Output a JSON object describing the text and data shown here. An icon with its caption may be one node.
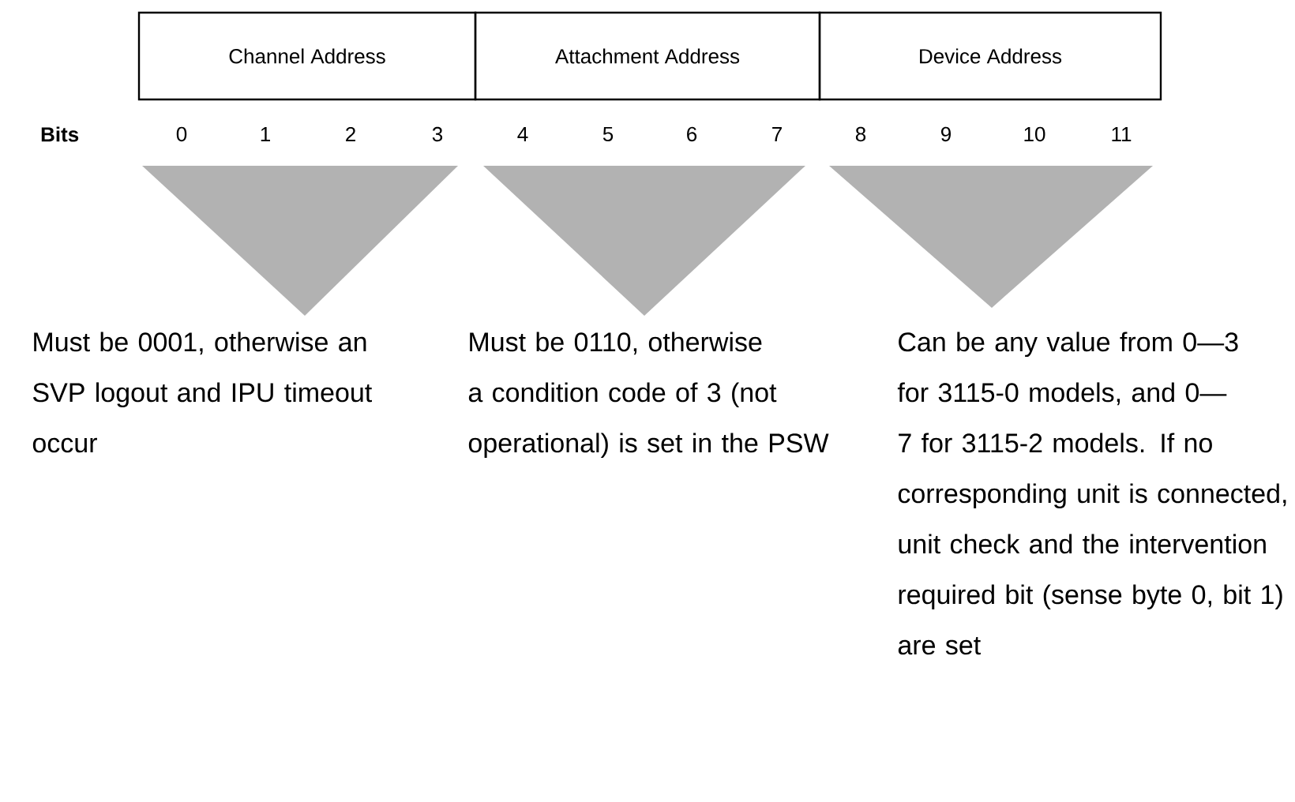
{
  "diagram": {
    "nodes": [
      {
        "text": [
          "Channel Address"
        ]
      },
      {
        "text": [
          "Attachment Address"
        ]
      },
      {
        "text": [
          "Device Address"
        ]
      },
      {
        "text": [],
        "shape": "triangle"
      },
      {
        "text": [],
        "shape": "triangle"
      },
      {
        "text": [],
        "shape": "triangle"
      }
    ],
    "labels": [
      "Bits",
      "0",
      "1",
      "2",
      "3",
      "4",
      "5",
      "6",
      "7",
      "8",
      "9",
      "10",
      "11",
      "Must be 0001, otherwise an SVP logout and IPU timeout occur",
      "Must be 0110, otherwise a condition code of 3 (not operational) is set in the PSW",
      "Can be any value from 0—3 for 3115-0 models, and 0—7 for 3115-2 models. If no corresponding unit is connected, unit check and the intervention required bit (sense byte 0, bit 1) are set"
    ]
  }
}
